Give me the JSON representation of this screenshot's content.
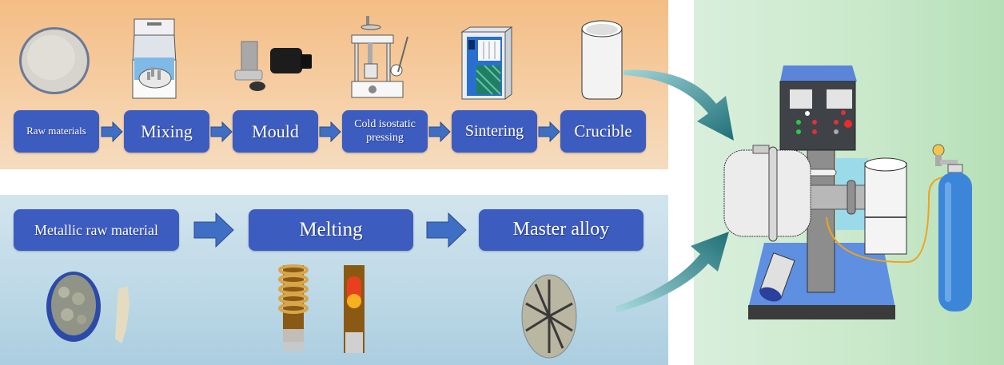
{
  "colors": {
    "step_box": "#3d5cc0",
    "arrow_fill": "#3f6fc4",
    "flow_arrow": "#2f8f94",
    "top_panel": "#f4c595",
    "bottom_panel": "#c4dde9",
    "right_panel": "#cbe9cc"
  },
  "crucible_process": {
    "steps": [
      {
        "label": "Raw materials",
        "icon": "powder-dish-icon"
      },
      {
        "label": "Mixing",
        "icon": "ball-mill-icon"
      },
      {
        "label": "Mould",
        "icon": "mould-icon"
      },
      {
        "label": "Cold isostatic pressing",
        "icon": "isostatic-press-icon"
      },
      {
        "label": "Sintering",
        "icon": "sintering-furnace-icon"
      },
      {
        "label": "Crucible",
        "icon": "crucible-icon"
      }
    ]
  },
  "alloy_process": {
    "steps": [
      {
        "label": "Metallic raw material",
        "icon": "metal-chunks-icon"
      },
      {
        "label": "Melting",
        "icon": "induction-coil-icon"
      },
      {
        "label": "Master alloy",
        "icon": "alloy-ingot-icon"
      }
    ]
  },
  "apparatus": {
    "name": "melt-spinning-apparatus",
    "icon": "vacuum-melting-apparatus-icon",
    "gas_cylinder_icon": "gas-cylinder-icon"
  }
}
